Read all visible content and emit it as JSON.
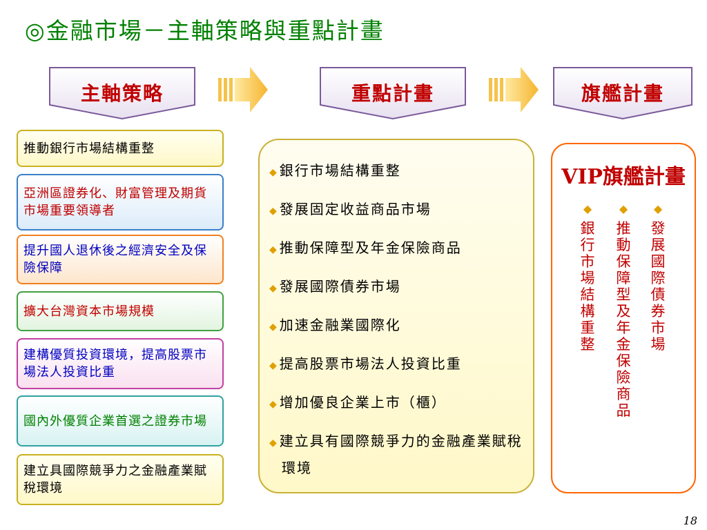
{
  "title": "◎金融市場－主軸策略與重點計畫",
  "headers": {
    "left": "主軸策略",
    "middle": "重點計畫",
    "right": "旗艦計畫"
  },
  "left_items": [
    "推動銀行市場結構重整",
    "亞洲區證券化、財富管理及期貨市場重要領導者",
    "提升國人退休後之經濟安全及保險保障",
    "擴大台灣資本市場規模",
    "建構優質投資環境，提高股票市場法人投資比重",
    "國內外優質企業首選之證券市場",
    "建立具國際競爭力之金融產業賦稅環境"
  ],
  "middle_items": [
    "銀行市場結構重整",
    "發展固定收益商品市場",
    "推動保障型及年金保險商品",
    "發展國際債券市場",
    "加速金融業國際化",
    "提高股票市場法人投資比重",
    "增加優良企業上市（櫃）",
    "建立具有國際競爭力的金融產業賦稅環境"
  ],
  "vip": {
    "title": "VIP旗艦計畫",
    "columns": [
      "銀行市場結構重整",
      "推動保障型及年金保險商品",
      "發展國際債券市場"
    ]
  },
  "bullet": "◆",
  "page_number": "18",
  "colors": {
    "title": "#008000",
    "accent": "#c00000",
    "diamond": "#e0a000"
  }
}
